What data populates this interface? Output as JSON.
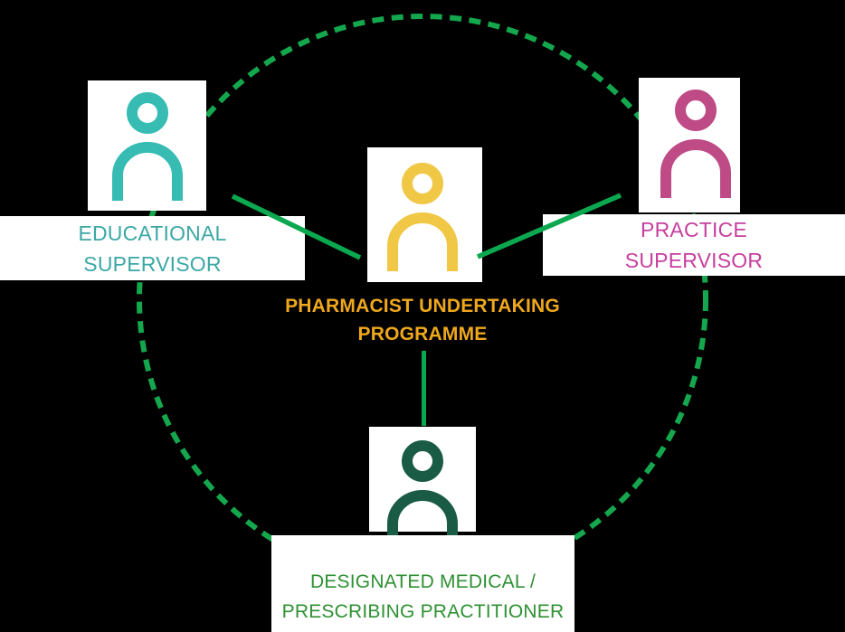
{
  "colors": {
    "background": "#000000",
    "panel": "#FFFFFF",
    "teal_icon": "#36BCB3",
    "teal_text": "#3BA8A5",
    "pink_icon": "#BE4A86",
    "pink_text": "#C73F9E",
    "gold_icon": "#F0C845",
    "gold_text": "#EFA81C",
    "darkgreen_icon": "#1A5B45",
    "green_text": "#2E9132",
    "line_green": "#0BA84F",
    "dash_green": "#14A74D"
  },
  "nodes": {
    "educational": {
      "icon": "person-icon",
      "role_line1": "EDUCATIONAL",
      "role_line2": "SUPERVISOR"
    },
    "practice": {
      "icon": "person-icon",
      "role_line1": "PRACTICE",
      "role_line2": "SUPERVISOR"
    },
    "pharmacist": {
      "icon": "person-icon",
      "role_line1": "PHARMACIST UNDERTAKING",
      "role_line2": "PROGRAMME"
    },
    "dmp": {
      "icon": "person-icon",
      "role_line1": "DESIGNATED MEDICAL /",
      "role_line2": "PRESCRIBING PRACTITIONER"
    }
  },
  "connections": {
    "dashed_circle": "links educational supervisor, practice supervisor and designated medical / prescribing practitioner",
    "solid_lines": "link pharmacist undertaking programme to each supervisor"
  }
}
